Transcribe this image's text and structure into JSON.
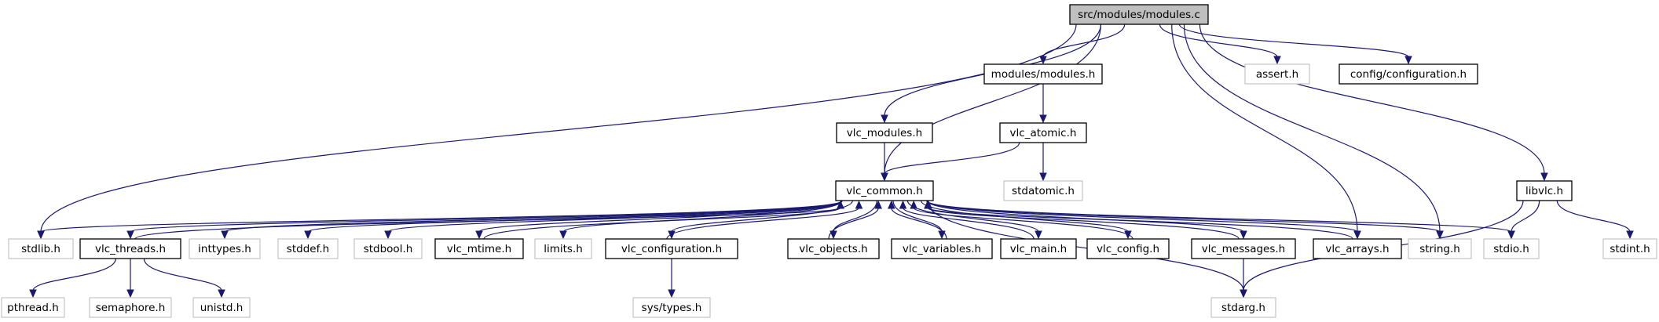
{
  "graph": {
    "colors": {
      "edge": "#191970",
      "root_fill": "#bfbfbf",
      "node_border": "#000000",
      "system_border": "#bfbfbf"
    },
    "nodes": [
      {
        "id": "src/modules/modules.c",
        "label": "src/modules/modules.c",
        "kind": "root"
      },
      {
        "id": "modules/modules.h",
        "label": "modules/modules.h",
        "kind": "file"
      },
      {
        "id": "assert.h",
        "label": "assert.h",
        "kind": "system"
      },
      {
        "id": "config/configuration.h",
        "label": "config/configuration.h",
        "kind": "file"
      },
      {
        "id": "vlc_modules.h",
        "label": "vlc_modules.h",
        "kind": "file"
      },
      {
        "id": "vlc_atomic.h",
        "label": "vlc_atomic.h",
        "kind": "file"
      },
      {
        "id": "vlc_common.h",
        "label": "vlc_common.h",
        "kind": "file"
      },
      {
        "id": "stdatomic.h",
        "label": "stdatomic.h",
        "kind": "system"
      },
      {
        "id": "libvlc.h",
        "label": "libvlc.h",
        "kind": "file"
      },
      {
        "id": "stdlib.h",
        "label": "stdlib.h",
        "kind": "system"
      },
      {
        "id": "vlc_threads.h",
        "label": "vlc_threads.h",
        "kind": "file"
      },
      {
        "id": "inttypes.h",
        "label": "inttypes.h",
        "kind": "system"
      },
      {
        "id": "stddef.h",
        "label": "stddef.h",
        "kind": "system"
      },
      {
        "id": "stdbool.h",
        "label": "stdbool.h",
        "kind": "system"
      },
      {
        "id": "vlc_mtime.h",
        "label": "vlc_mtime.h",
        "kind": "file"
      },
      {
        "id": "limits.h",
        "label": "limits.h",
        "kind": "system"
      },
      {
        "id": "vlc_configuration.h",
        "label": "vlc_configuration.h",
        "kind": "file"
      },
      {
        "id": "vlc_objects.h",
        "label": "vlc_objects.h",
        "kind": "file"
      },
      {
        "id": "vlc_variables.h",
        "label": "vlc_variables.h",
        "kind": "file"
      },
      {
        "id": "vlc_main.h",
        "label": "vlc_main.h",
        "kind": "file"
      },
      {
        "id": "vlc_config.h",
        "label": "vlc_config.h",
        "kind": "file"
      },
      {
        "id": "vlc_messages.h",
        "label": "vlc_messages.h",
        "kind": "file"
      },
      {
        "id": "vlc_arrays.h",
        "label": "vlc_arrays.h",
        "kind": "file"
      },
      {
        "id": "string.h",
        "label": "string.h",
        "kind": "system"
      },
      {
        "id": "stdio.h",
        "label": "stdio.h",
        "kind": "system"
      },
      {
        "id": "stdint.h",
        "label": "stdint.h",
        "kind": "system"
      },
      {
        "id": "pthread.h",
        "label": "pthread.h",
        "kind": "system"
      },
      {
        "id": "semaphore.h",
        "label": "semaphore.h",
        "kind": "system"
      },
      {
        "id": "unistd.h",
        "label": "unistd.h",
        "kind": "system"
      },
      {
        "id": "sys/types.h",
        "label": "sys/types.h",
        "kind": "system"
      },
      {
        "id": "stdarg.h",
        "label": "stdarg.h",
        "kind": "system"
      }
    ],
    "edges": [
      [
        "src/modules/modules.c",
        "modules/modules.h"
      ],
      [
        "src/modules/modules.c",
        "assert.h"
      ],
      [
        "src/modules/modules.c",
        "config/configuration.h"
      ],
      [
        "src/modules/modules.c",
        "vlc_modules.h"
      ],
      [
        "src/modules/modules.c",
        "vlc_common.h"
      ],
      [
        "src/modules/modules.c",
        "stdlib.h"
      ],
      [
        "src/modules/modules.c",
        "vlc_arrays.h"
      ],
      [
        "src/modules/modules.c",
        "string.h"
      ],
      [
        "src/modules/modules.c",
        "libvlc.h"
      ],
      [
        "modules/modules.h",
        "vlc_atomic.h"
      ],
      [
        "vlc_atomic.h",
        "vlc_common.h"
      ],
      [
        "vlc_atomic.h",
        "stdatomic.h"
      ],
      [
        "vlc_modules.h",
        "vlc_common.h"
      ],
      [
        "vlc_common.h",
        "stdlib.h"
      ],
      [
        "vlc_common.h",
        "vlc_threads.h"
      ],
      [
        "vlc_common.h",
        "inttypes.h"
      ],
      [
        "vlc_common.h",
        "stddef.h"
      ],
      [
        "vlc_common.h",
        "stdbool.h"
      ],
      [
        "vlc_common.h",
        "vlc_mtime.h"
      ],
      [
        "vlc_common.h",
        "limits.h"
      ],
      [
        "vlc_common.h",
        "vlc_configuration.h"
      ],
      [
        "vlc_common.h",
        "vlc_objects.h"
      ],
      [
        "vlc_common.h",
        "vlc_variables.h"
      ],
      [
        "vlc_common.h",
        "vlc_main.h"
      ],
      [
        "vlc_common.h",
        "vlc_config.h"
      ],
      [
        "vlc_common.h",
        "vlc_messages.h"
      ],
      [
        "vlc_common.h",
        "vlc_arrays.h"
      ],
      [
        "vlc_common.h",
        "string.h"
      ],
      [
        "vlc_common.h",
        "stdio.h"
      ],
      [
        "vlc_common.h",
        "stdarg.h"
      ],
      [
        "vlc_threads.h",
        "vlc_common.h"
      ],
      [
        "vlc_threads.h",
        "pthread.h"
      ],
      [
        "vlc_threads.h",
        "semaphore.h"
      ],
      [
        "vlc_threads.h",
        "unistd.h"
      ],
      [
        "vlc_mtime.h",
        "vlc_common.h"
      ],
      [
        "vlc_configuration.h",
        "vlc_common.h"
      ],
      [
        "vlc_configuration.h",
        "sys/types.h"
      ],
      [
        "vlc_objects.h",
        "vlc_common.h"
      ],
      [
        "vlc_variables.h",
        "vlc_common.h"
      ],
      [
        "vlc_main.h",
        "vlc_common.h"
      ],
      [
        "vlc_config.h",
        "vlc_common.h"
      ],
      [
        "vlc_messages.h",
        "vlc_common.h"
      ],
      [
        "vlc_messages.h",
        "stdarg.h"
      ],
      [
        "vlc_arrays.h",
        "vlc_common.h"
      ],
      [
        "libvlc.h",
        "stdio.h"
      ],
      [
        "libvlc.h",
        "stdint.h"
      ],
      [
        "libvlc.h",
        "stdarg.h"
      ]
    ]
  }
}
